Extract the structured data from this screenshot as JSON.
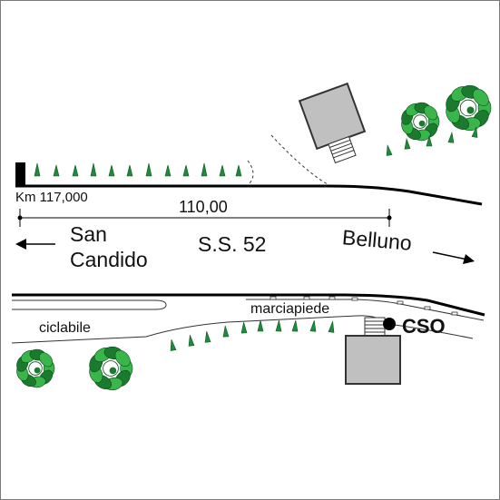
{
  "km_marker": "Km 117,000",
  "distance_label": "110,00",
  "road_name": "S.S. 52",
  "direction_west": {
    "line1": "San",
    "line2": "Candido"
  },
  "direction_east": "Belluno",
  "sidewalk_label": "marciapiede",
  "bike_path_label": "ciclabile",
  "station_code": "CSO",
  "colors": {
    "road": "#000000",
    "building_fill": "#c0c0c0",
    "shrub": "#1f8a3a",
    "tree_light": "#39b54a",
    "tree_dark": "#1a7a2e"
  },
  "icons": [
    "shrub-icon",
    "tree-icon",
    "building-icon",
    "station-dot-icon",
    "arrow-left-icon",
    "arrow-right-icon"
  ]
}
